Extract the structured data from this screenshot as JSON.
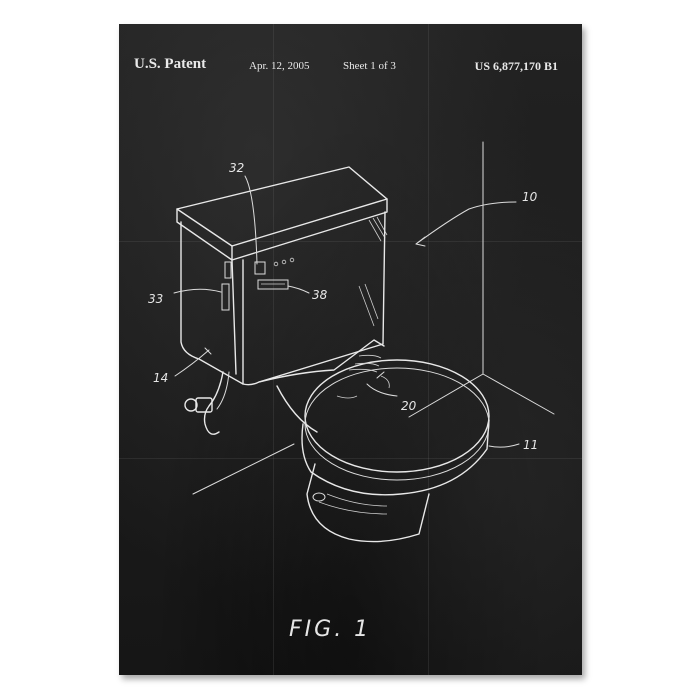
{
  "header": {
    "patent_label": "U.S. Patent",
    "date": "Apr. 12, 2005",
    "sheet": "Sheet 1 of 3",
    "patent_number": "US 6,877,170 B1"
  },
  "drawing": {
    "reference_numerals": {
      "r10": "10",
      "r11": "11",
      "r14": "14",
      "r20": "20",
      "r32": "32",
      "r33": "33",
      "r38": "38"
    },
    "figure_label": "FIG. 1"
  },
  "colors": {
    "background": "#1b1b1b",
    "ink": "#e8e8e8",
    "frame": "#ffffff"
  }
}
